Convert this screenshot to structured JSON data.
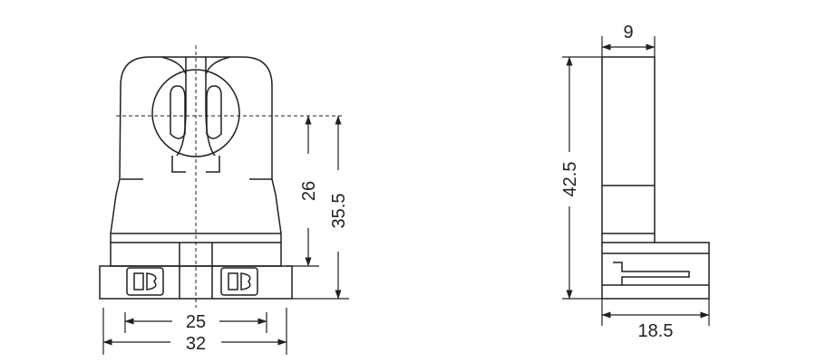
{
  "diagram": {
    "front_view": {
      "dimensions": {
        "hole_center_to_pin_height": "26",
        "hole_center_to_base_height": "35.5",
        "pin_spacing_width": "25",
        "overall_width": "32"
      }
    },
    "side_view": {
      "dimensions": {
        "thickness": "9",
        "overall_height": "42.5",
        "base_depth": "18.5"
      }
    },
    "colors": {
      "line": "#231f20",
      "background": "#ffffff"
    }
  }
}
